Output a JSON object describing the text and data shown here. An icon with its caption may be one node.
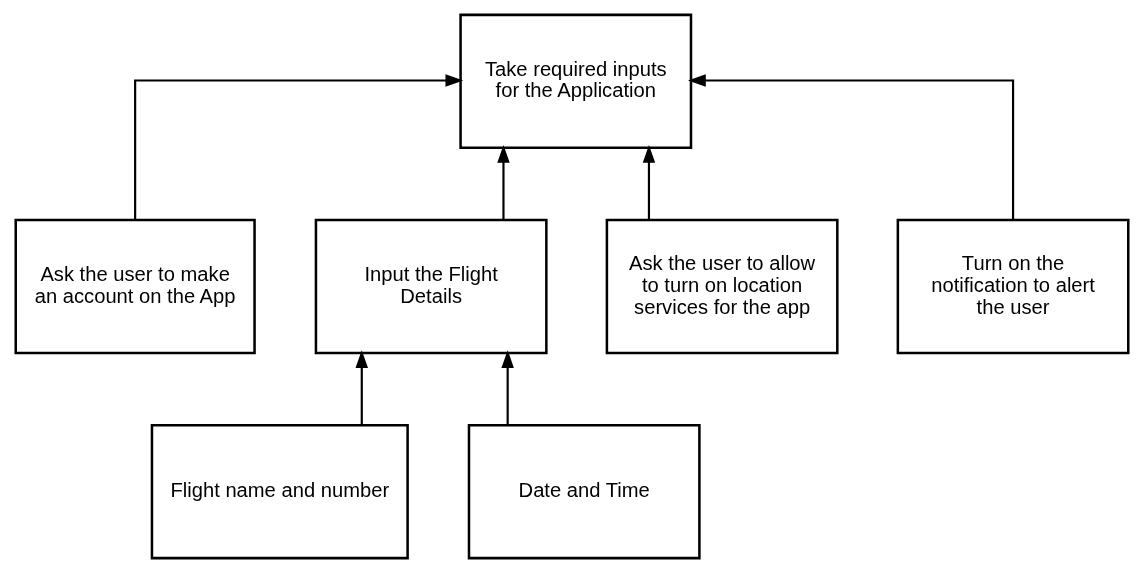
{
  "diagram": {
    "nodes": [
      {
        "text": [
          "Take required inputs for the Application"
        ]
      },
      {
        "text": [
          "Ask the user to make an account on the App"
        ]
      },
      {
        "text": [
          "Input the Flight Details"
        ]
      },
      {
        "text": [
          "Ask the user to allow to turn on location services for the app"
        ]
      },
      {
        "text": [
          "Turn on the notification to alert the user"
        ]
      },
      {
        "text": [
          "Flight name and number"
        ]
      },
      {
        "text": [
          "Date and Time"
        ]
      }
    ],
    "edges": [
      {
        "from": 1,
        "to": 0,
        "arrow": "to"
      },
      {
        "from": 2,
        "to": 0,
        "arrow": "to"
      },
      {
        "from": 3,
        "to": 0,
        "arrow": "to"
      },
      {
        "from": 4,
        "to": 0,
        "arrow": "to"
      },
      {
        "from": 5,
        "to": 2,
        "arrow": "to"
      },
      {
        "from": 6,
        "to": 2,
        "arrow": "to"
      }
    ]
  }
}
